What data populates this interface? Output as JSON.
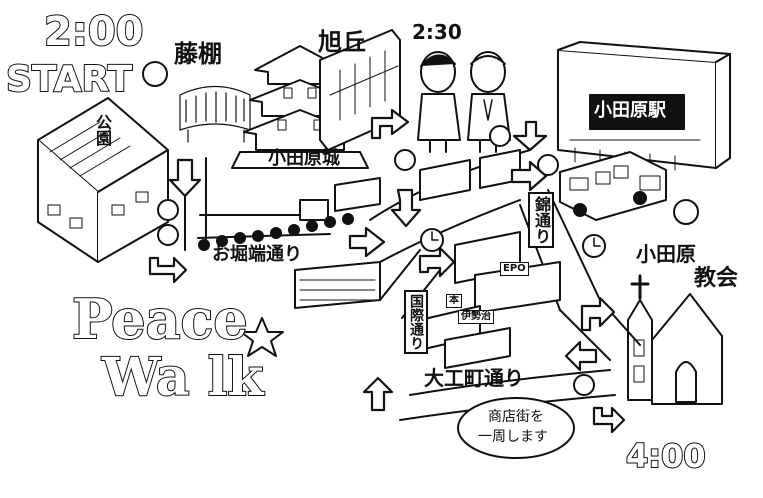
{
  "times": {
    "start_time": "2:00",
    "mid_time": "2:30",
    "end_time": "4:00"
  },
  "start_label": "START",
  "title": {
    "line1": "Peace",
    "line2": "Wa lk"
  },
  "places": {
    "fujidana": "藤棚",
    "asahigaoka": "旭丘",
    "odawara_castle": "小田原城",
    "odawara_station": "小田原駅",
    "odawara_church_line1": "小田原",
    "odawara_church_line2": "教会",
    "park": "公園"
  },
  "streets": {
    "ohoribata": "お堀端通り",
    "nishiki": "錦通り",
    "kokusai": "国際通り",
    "daiku": "大工町通り"
  },
  "signs": {
    "book": "本",
    "epo": "EPO",
    "isetan": "伊勢治"
  },
  "note": {
    "line1": "商店街を",
    "line2": "一周します"
  },
  "icons": [
    "turn-arrow-icon",
    "right-arrow-icon",
    "down-arrow-icon",
    "up-arrow-icon",
    "walker-face-icon",
    "clock-icon",
    "star-icon",
    "church-cross-icon"
  ]
}
